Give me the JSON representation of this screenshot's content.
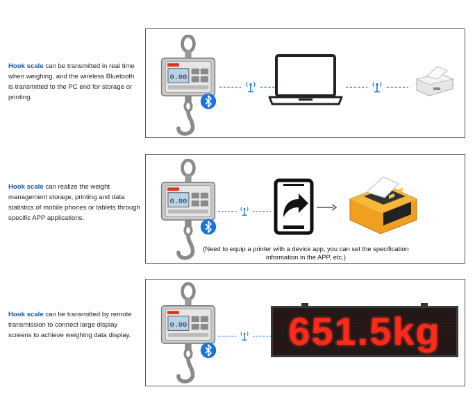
{
  "rows": [
    {
      "highlight": "Hook scale",
      "text": " can be transmitted in real time when weighing, and the wireless Bluetooth is transmitted to the PC end for storage or printing."
    },
    {
      "highlight": "Hook scale",
      "text": " can realize the weight management storage, printing and data statistics of mobile phones or tablets through specific APP applications.",
      "note_line1": "(Need to equip a printer with a device app, you can set the specification",
      "note_line2": "information in the APP, etc.)"
    },
    {
      "highlight": "Hook scale",
      "text": " can be transmitted by remote transmission to connect large display screens to achieve weighing data display.",
      "led_reading": "651.5kg"
    }
  ],
  "scale_readout": "0.00",
  "colors": {
    "accent": "#1a56a8",
    "led": "#ff2a1a",
    "bluetooth": "#1a73d9"
  },
  "icons": [
    "hook-scale",
    "bluetooth-icon",
    "wireless-signal-icon",
    "laptop-icon",
    "receipt-printer-icon",
    "tablet-share-icon",
    "portable-printer-icon",
    "led-display"
  ]
}
